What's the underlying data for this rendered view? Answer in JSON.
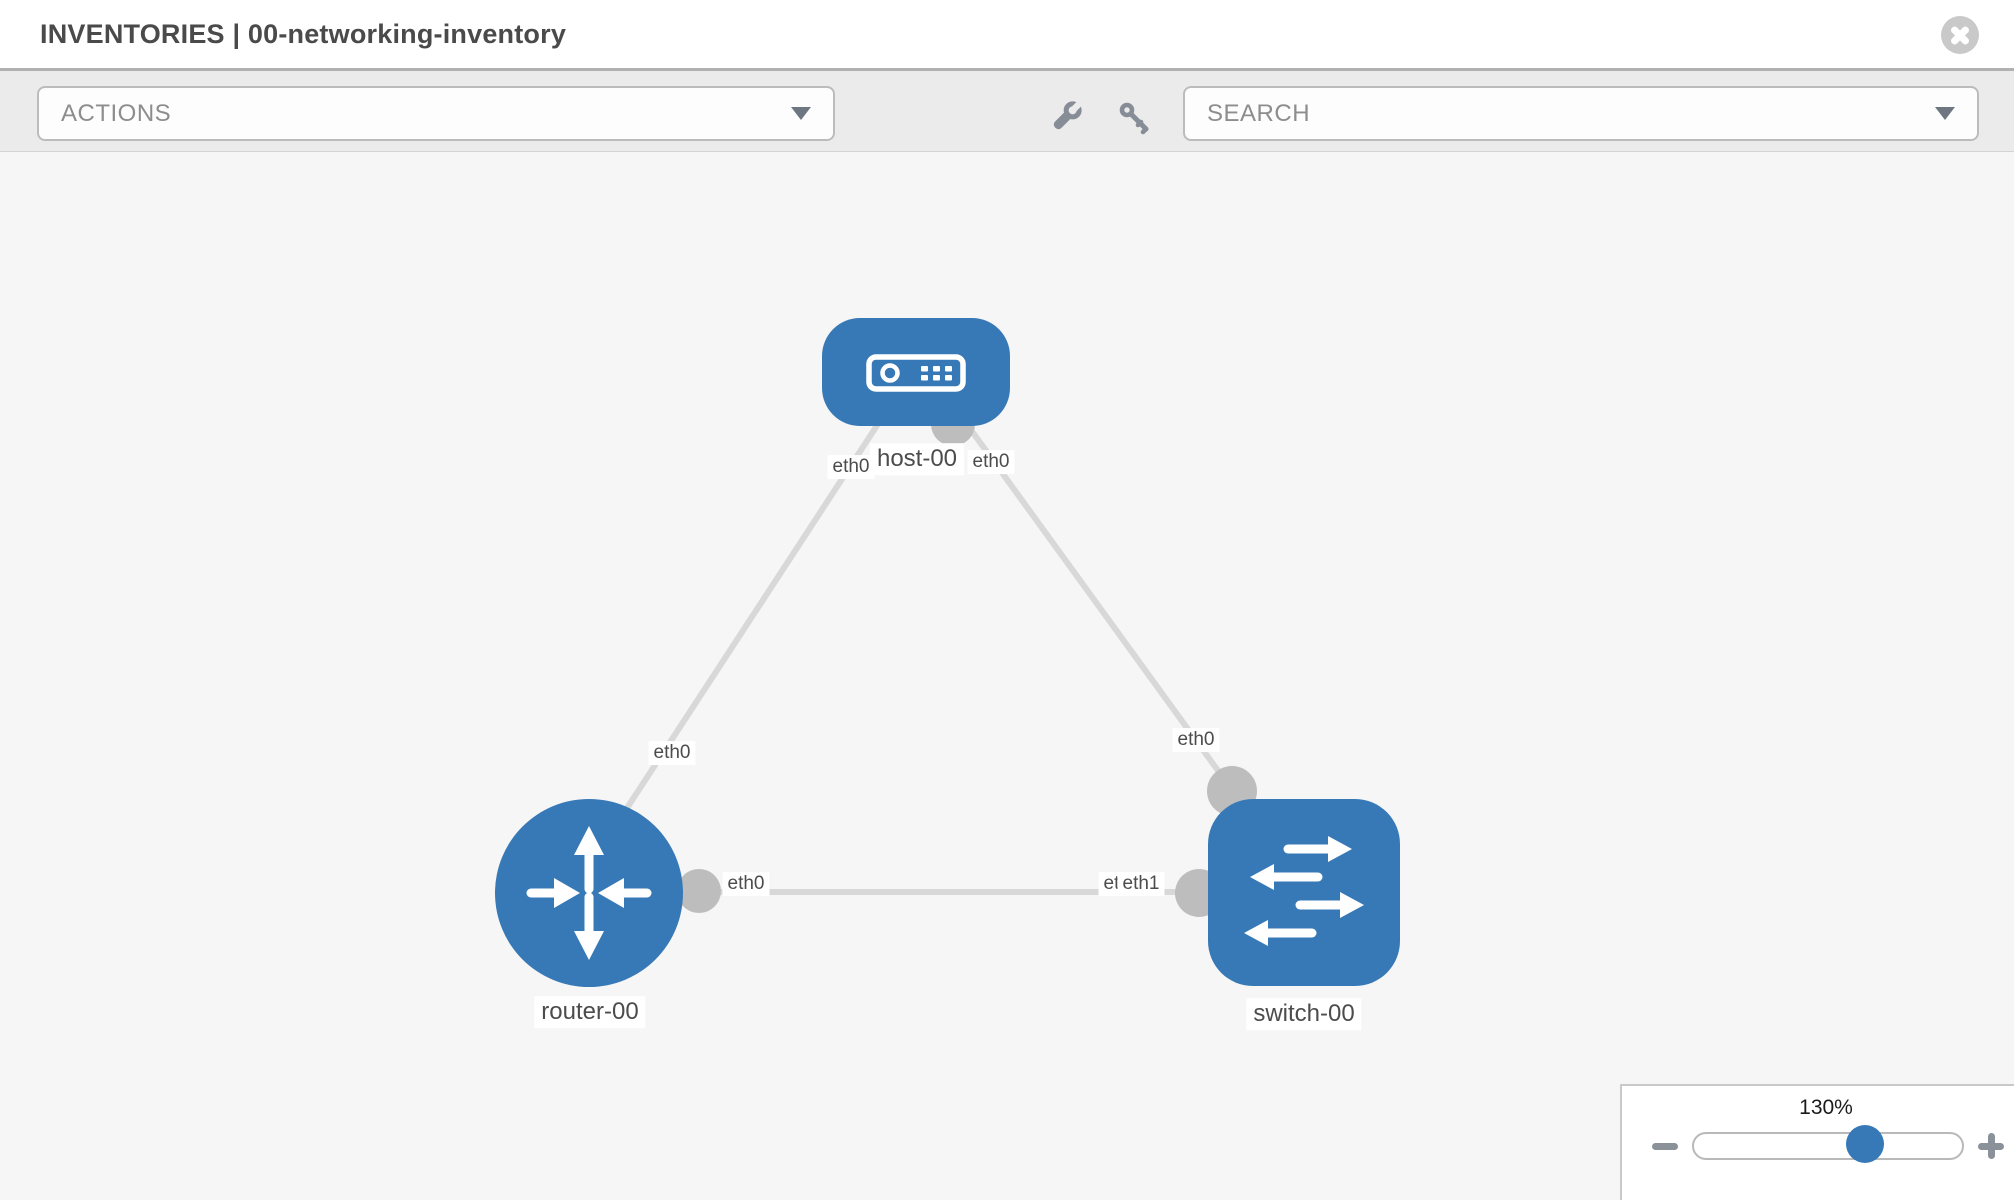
{
  "header": {
    "title": "INVENTORIES | 00-networking-inventory"
  },
  "toolbar": {
    "actions_label": "ACTIONS",
    "search_label": "SEARCH"
  },
  "diagram": {
    "nodes": [
      {
        "id": "host-00",
        "type": "host",
        "label": "host-00"
      },
      {
        "id": "router-00",
        "type": "router",
        "label": "router-00"
      },
      {
        "id": "switch-00",
        "type": "switch",
        "label": "switch-00"
      }
    ],
    "links": [
      {
        "from": "host-00",
        "to": "router-00"
      },
      {
        "from": "host-00",
        "to": "switch-00"
      },
      {
        "from": "router-00",
        "to": "switch-00"
      }
    ],
    "interface_labels": [
      {
        "text": "eth0"
      },
      {
        "text": "eth0"
      },
      {
        "text": "eth0"
      },
      {
        "text": "eth0"
      },
      {
        "text": "eth0"
      },
      {
        "text": "eth0"
      },
      {
        "text": "eth1"
      }
    ]
  },
  "zoom": {
    "value": "130%"
  },
  "colors": {
    "node-blue": "#3779b6",
    "link-gray": "#d8d8d8",
    "iface-gray": "#bdbdbd",
    "title-gray": "#4a4a4a"
  }
}
